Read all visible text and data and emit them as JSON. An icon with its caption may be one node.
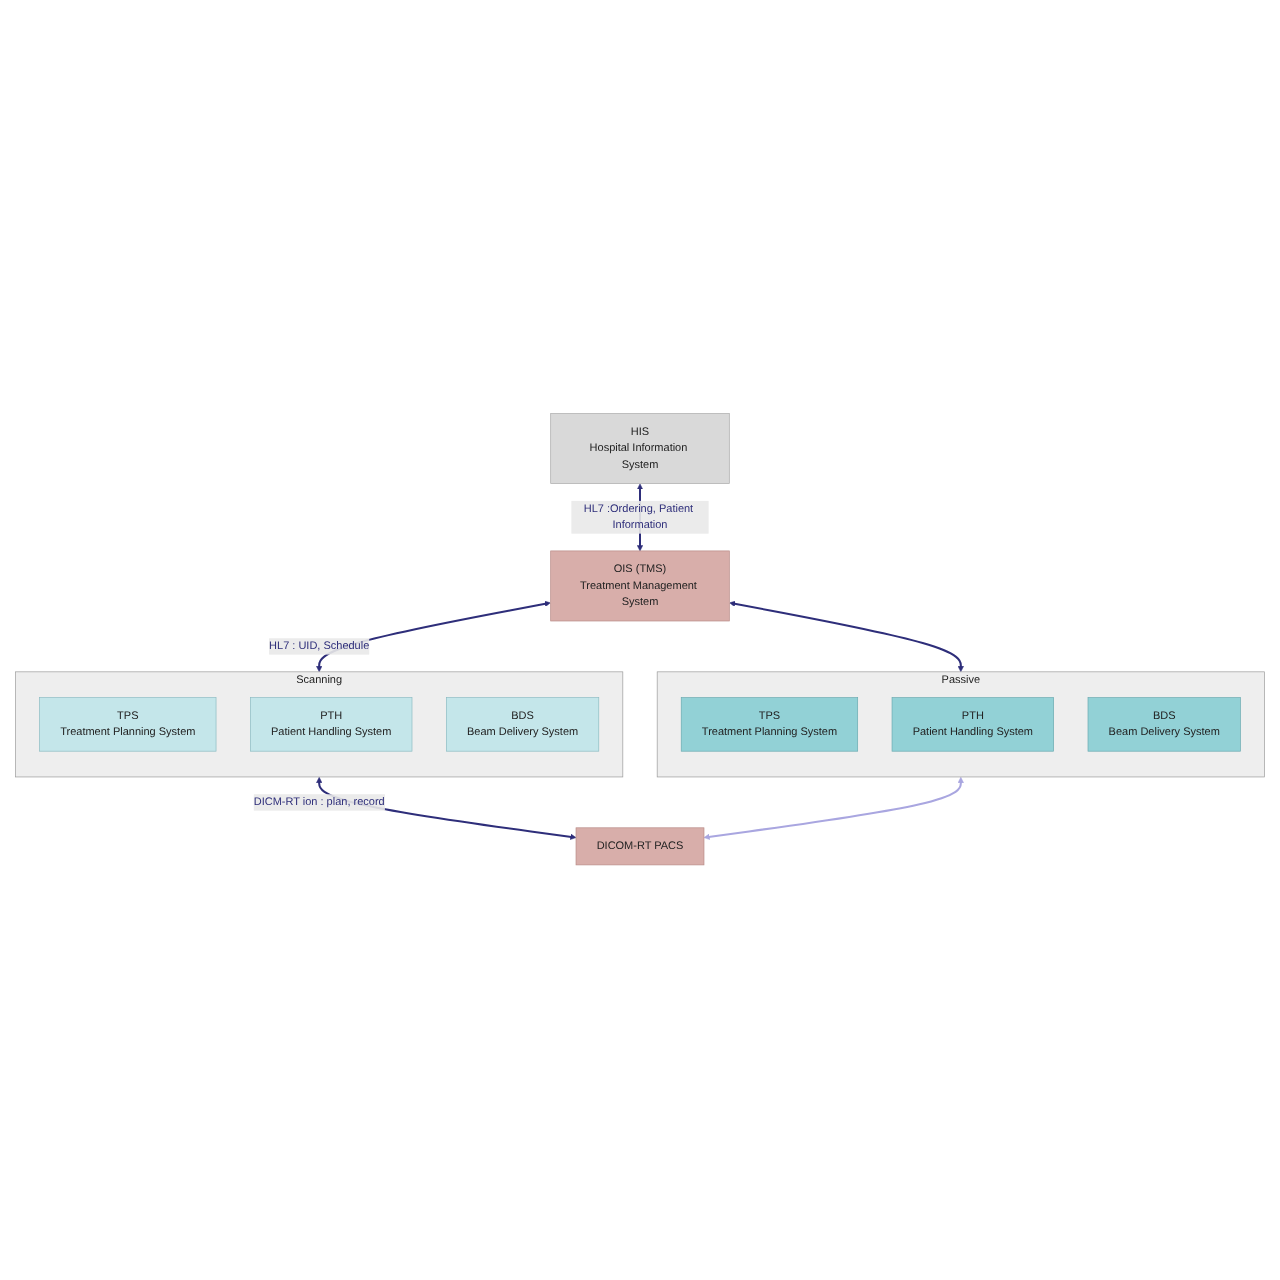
{
  "diagram": {
    "nodes": [
      {
        "text": [
          "HIS",
          "Hospital Information System"
        ]
      },
      {
        "text": [
          "OIS (TMS)",
          "Treatment Management System"
        ]
      },
      {
        "text": [
          "Scanning"
        ]
      },
      {
        "text": [
          "TPS",
          "Treatment Planning System"
        ],
        "in": 2
      },
      {
        "text": [
          "PTH",
          "Patient Handling System"
        ],
        "in": 2
      },
      {
        "text": [
          "BDS",
          "Beam Delivery System"
        ],
        "in": 2
      },
      {
        "text": [
          "Passive"
        ]
      },
      {
        "text": [
          "TPS",
          "Treatment Planning System"
        ],
        "in": 6
      },
      {
        "text": [
          "PTH",
          "Patient Handling System"
        ],
        "in": 6
      },
      {
        "text": [
          "BDS",
          "Beam Delivery System"
        ],
        "in": 6
      },
      {
        "text": [
          "DICOM-RT PACS"
        ]
      }
    ],
    "edges": [
      {
        "from": 0,
        "to": 1,
        "arrow": "both",
        "label": "HL7 :Ordering, Patient Information"
      },
      {
        "from": 1,
        "to": 2,
        "arrow": "both",
        "label": "HL7 : UID, Schedule"
      },
      {
        "from": 1,
        "to": 6,
        "arrow": "both"
      },
      {
        "from": 2,
        "to": 10,
        "arrow": "both",
        "label": "DICM-RT ion : plan, record"
      },
      {
        "from": 6,
        "to": 10,
        "arrow": "both",
        "color": "#a9a6e0"
      }
    ]
  }
}
